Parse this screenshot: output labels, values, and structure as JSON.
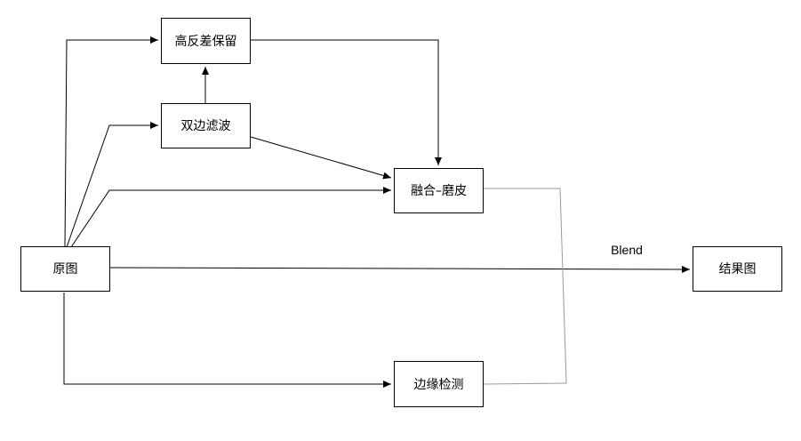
{
  "nodes": {
    "source": "原图",
    "high_pass": "高反差保留",
    "bilateral": "双边滤波",
    "merge": "融合–磨皮",
    "edge_detect": "边缘检测",
    "result": "结果图"
  },
  "edge_labels": {
    "blend": "Blend"
  },
  "colors": {
    "line": "#000000",
    "gray_line": "#9a9a9a",
    "box_border": "#000000",
    "background": "#ffffff"
  }
}
